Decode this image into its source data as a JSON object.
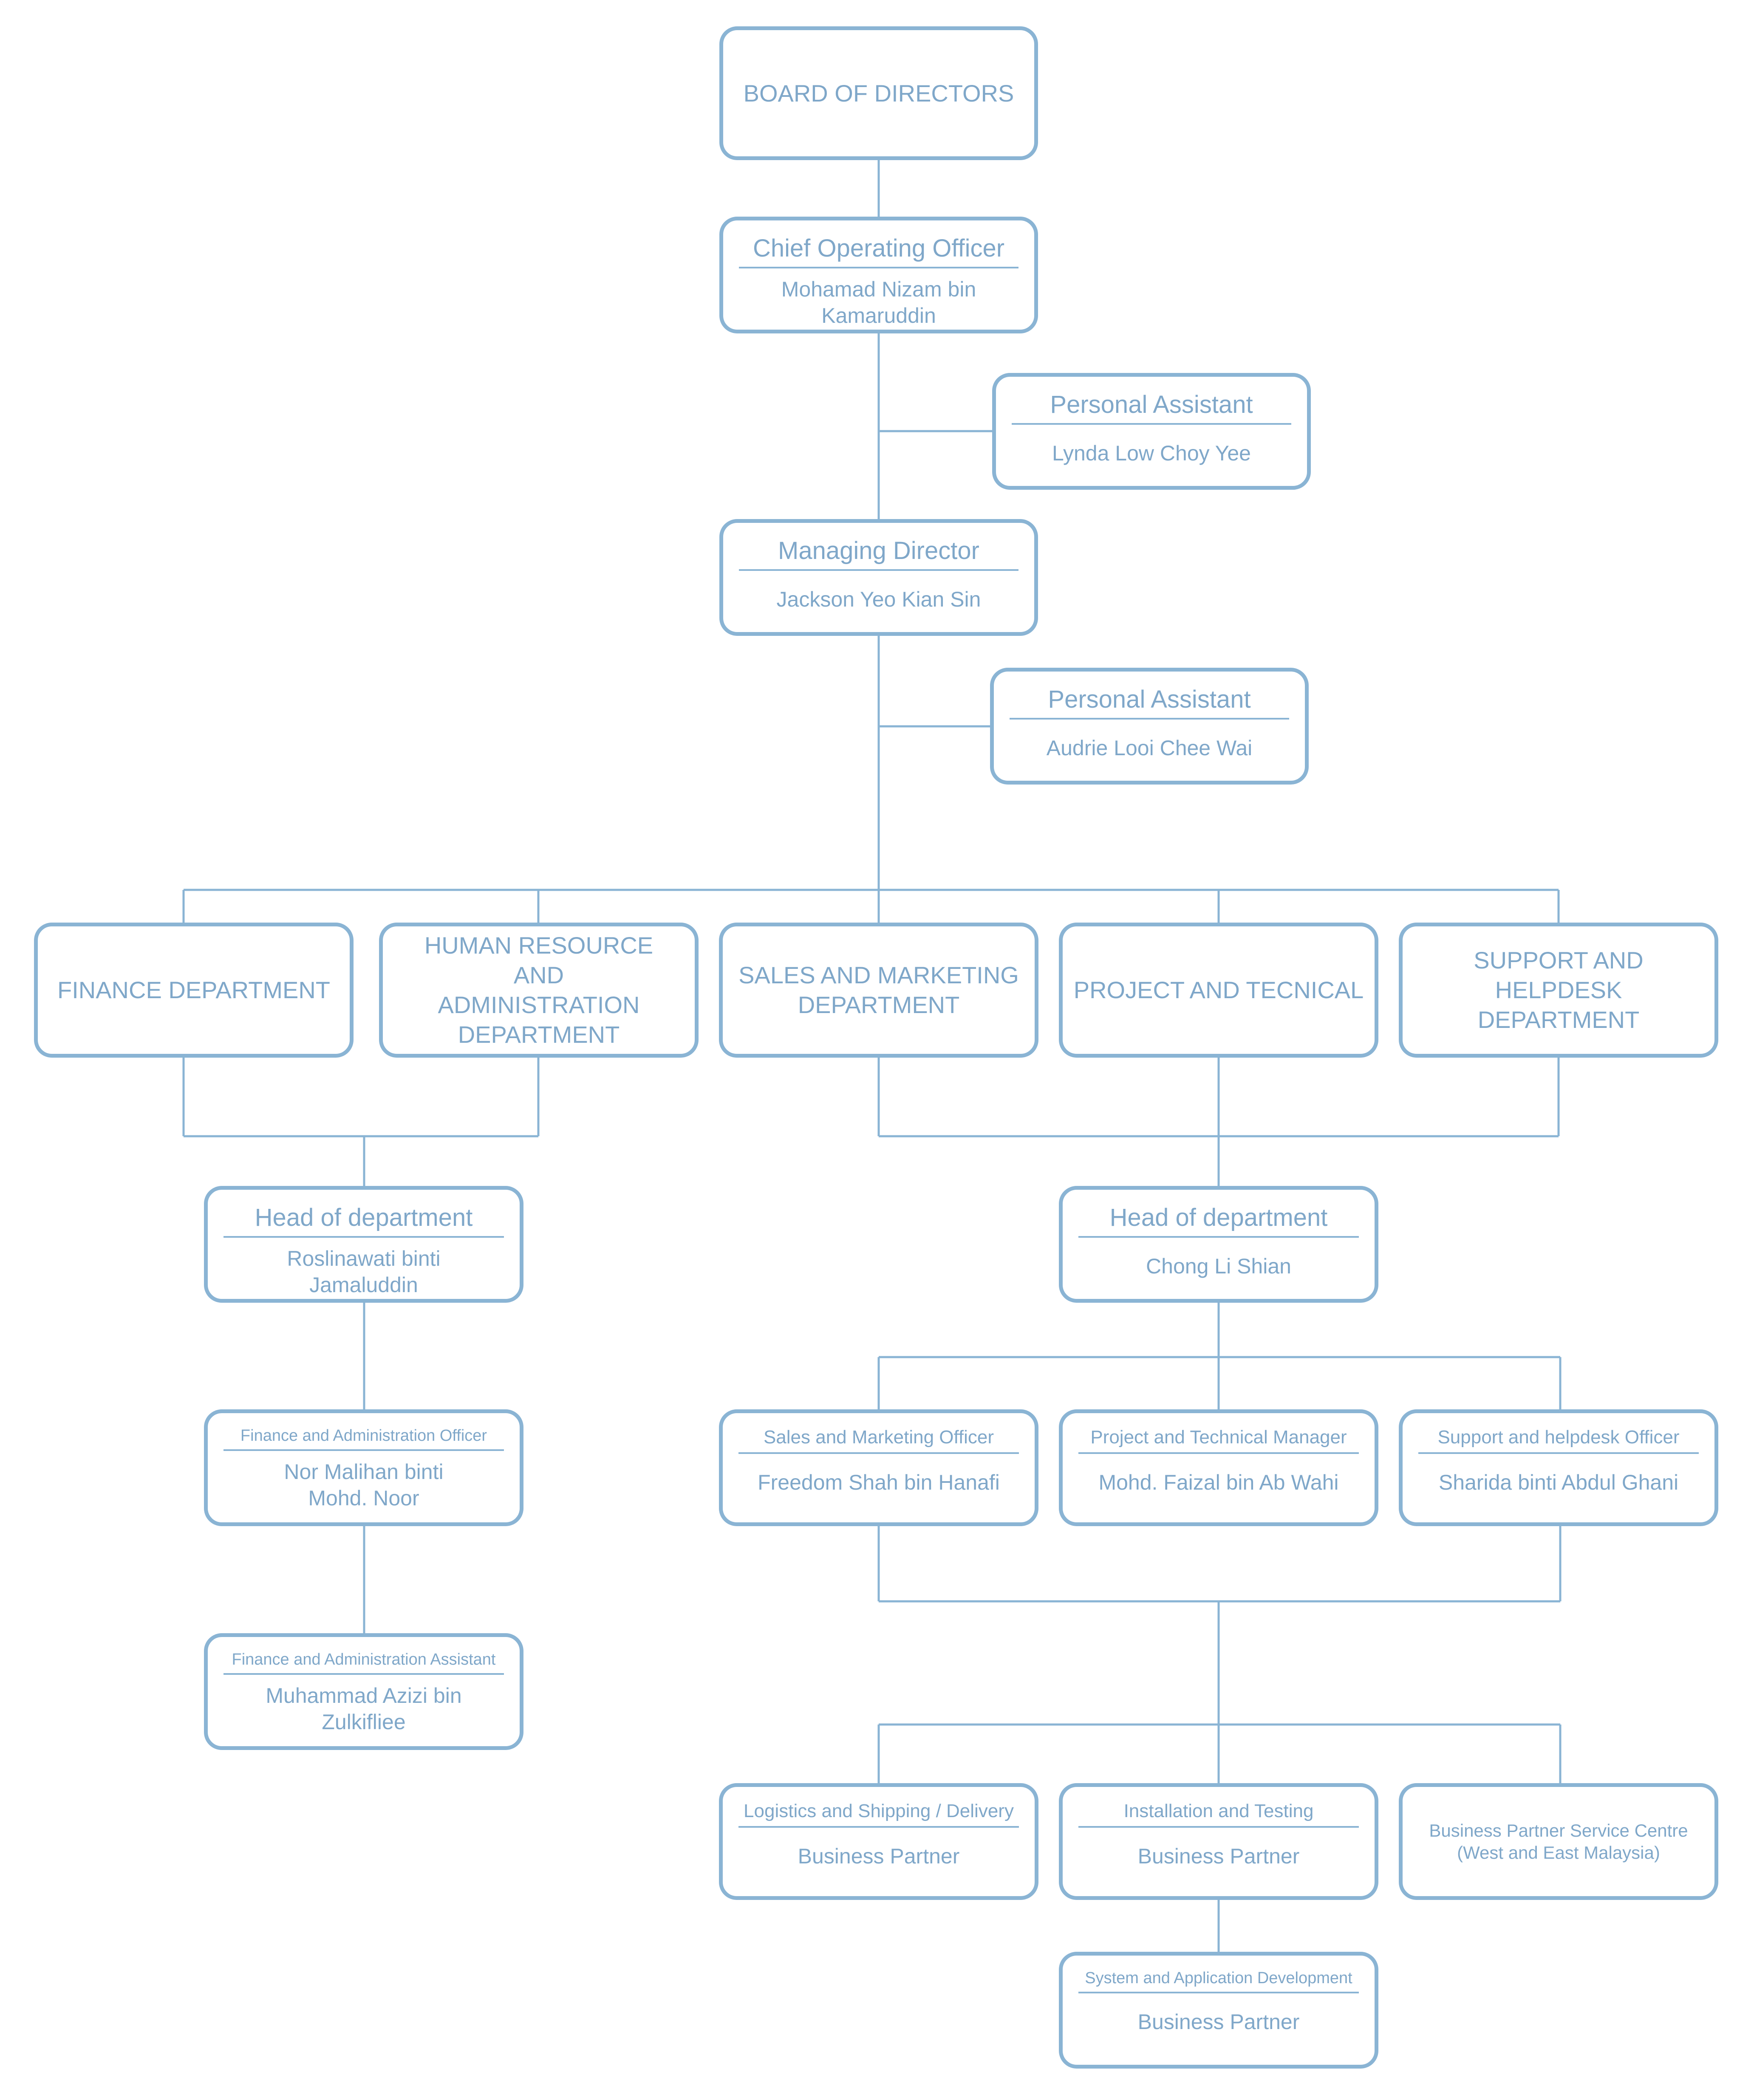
{
  "chart": {
    "board": "BOARD OF DIRECTORS",
    "coo": {
      "title": "Chief Operating Officer",
      "name": "Mohamad Nizam bin Kamaruddin"
    },
    "pa1": {
      "title": "Personal Assistant",
      "name": "Lynda Low Choy Yee"
    },
    "md": {
      "title": "Managing Director",
      "name": "Jackson Yeo Kian Sin"
    },
    "pa2": {
      "title": "Personal Assistant",
      "name": "Audrie Looi Chee Wai"
    },
    "departments": [
      "FINANCE DEPARTMENT",
      "HUMAN RESOURCE AND ADMINISTRATION DEPARTMENT",
      "SALES AND MARKETING DEPARTMENT",
      "PROJECT AND TECNICAL",
      "SUPPORT AND HELPDESK DEPARTMENT"
    ],
    "hod_left": {
      "title": "Head of department",
      "name": "Roslinawati binti Jamaluddin"
    },
    "hod_right": {
      "title": "Head of department",
      "name": "Chong Li Shian"
    },
    "fin_officer": {
      "title": "Finance and Administration Officer",
      "name": "Nor Malihan binti Mohd. Noor"
    },
    "fin_assistant": {
      "title": "Finance and Administration Assistant",
      "name": "Muhammad Azizi bin Zulkifliee"
    },
    "sales_officer": {
      "title": "Sales and Marketing Officer",
      "name": "Freedom Shah bin Hanafi"
    },
    "project_manager": {
      "title": "Project and Technical Manager",
      "name": "Mohd. Faizal bin Ab Wahi"
    },
    "support_officer": {
      "title": "Support and helpdesk Officer",
      "name": "Sharida binti Abdul Ghani"
    },
    "bp_logistics": {
      "title": "Logistics and Shipping / Delivery",
      "name": "Business Partner"
    },
    "bp_install": {
      "title": "Installation and Testing",
      "name": "Business Partner"
    },
    "bp_service": "Business Partner Service Centre (West and East Malaysia)",
    "bp_system": {
      "title": "System and Application Development",
      "name": "Business Partner"
    }
  },
  "colors": {
    "line": "#8ab4d4",
    "text": "#7fa7c9"
  }
}
